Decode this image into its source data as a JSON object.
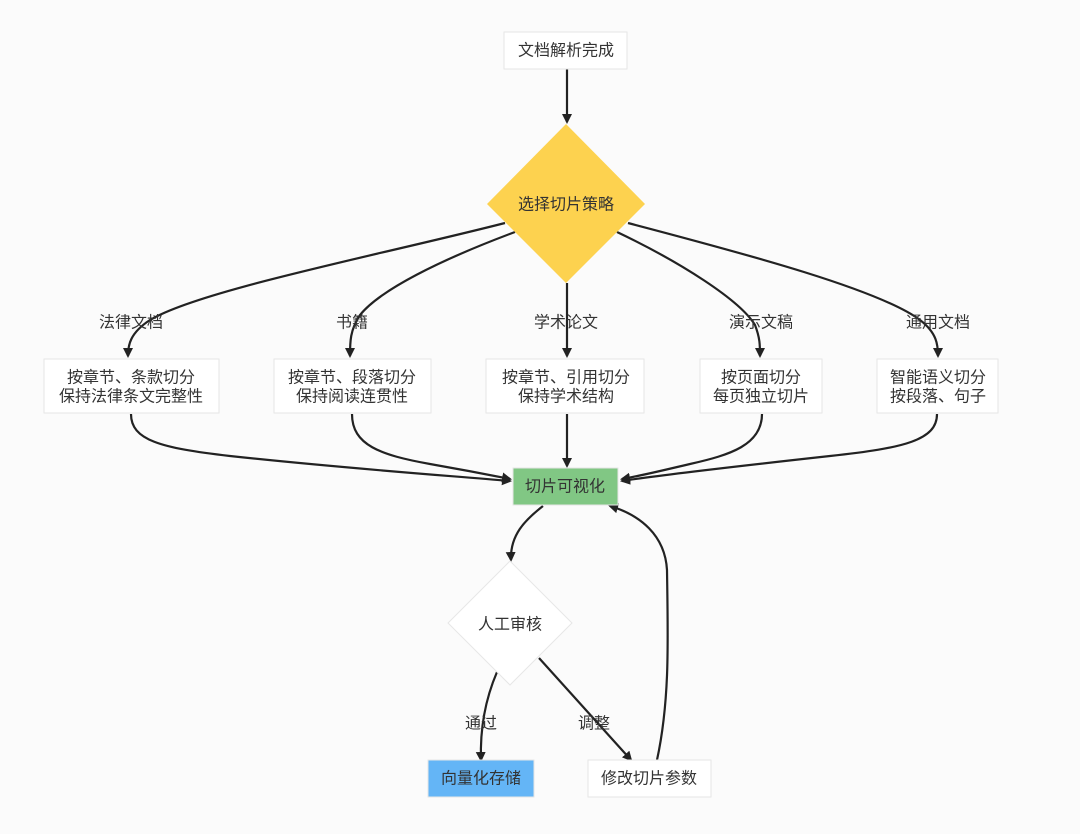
{
  "diagram": {
    "type": "flowchart",
    "colors": {
      "decision_strategy": "#fdd24f",
      "visualize": "#81c784",
      "store": "#64b5f6",
      "default_fill": "#ffffff",
      "border": "#e6e6e6",
      "edge": "#222222"
    },
    "nodes": {
      "parse_done": {
        "lines": [
          "文档解析完成"
        ]
      },
      "choose_strategy": {
        "lines": [
          "选择切片策略"
        ]
      },
      "legal": {
        "lines": [
          "按章节、条款切分",
          "保持法律条文完整性"
        ]
      },
      "book": {
        "lines": [
          "按章节、段落切分",
          "保持阅读连贯性"
        ]
      },
      "paper": {
        "lines": [
          "按章节、引用切分",
          "保持学术结构"
        ]
      },
      "slides": {
        "lines": [
          "按页面切分",
          "每页独立切片"
        ]
      },
      "general": {
        "lines": [
          "智能语义切分",
          "按段落、句子"
        ]
      },
      "visualize": {
        "lines": [
          "切片可视化"
        ]
      },
      "review": {
        "lines": [
          "人工审核"
        ]
      },
      "store": {
        "lines": [
          "向量化存储"
        ]
      },
      "adjust_params": {
        "lines": [
          "修改切片参数"
        ]
      }
    },
    "edge_labels": {
      "legal": "法律文档",
      "book": "书籍",
      "paper": "学术论文",
      "slides": "演示文稿",
      "general": "通用文档",
      "pass": "通过",
      "adjust": "调整"
    }
  }
}
